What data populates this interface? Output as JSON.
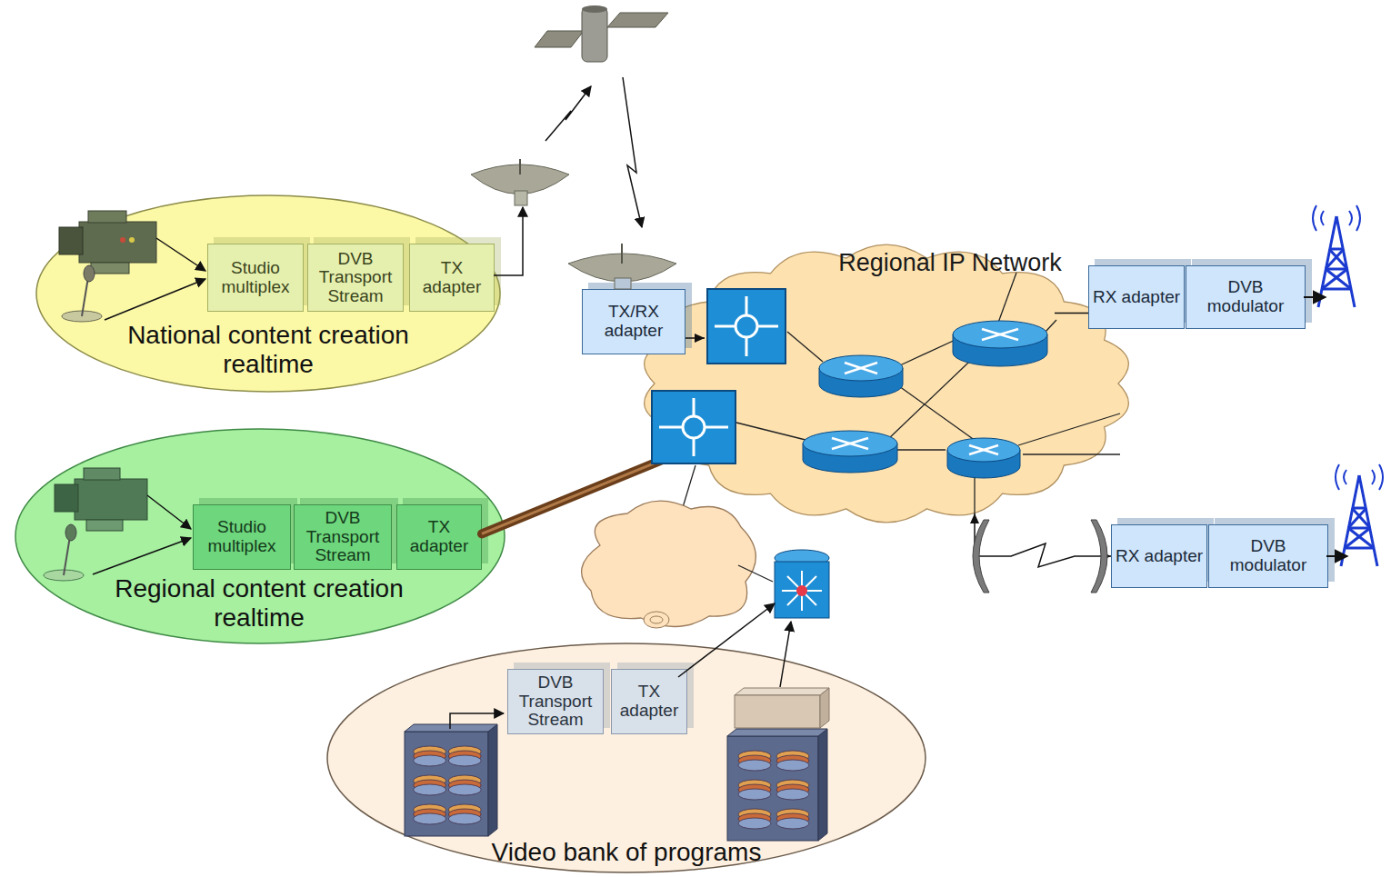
{
  "diagram": {
    "nodes": [
      {
        "text": [
          "National content creation realtime"
        ]
      },
      {
        "text": [
          "Studio multiplex"
        ],
        "in": 0
      },
      {
        "text": [
          "DVB Transport Stream"
        ],
        "in": 0
      },
      {
        "text": [
          "TX adapter"
        ],
        "in": 0
      },
      {
        "text": [
          "Regional content creation realtime"
        ]
      },
      {
        "text": [
          "Studio multiplex"
        ],
        "in": 4
      },
      {
        "text": [
          "DVB Transport Stream"
        ],
        "in": 4
      },
      {
        "text": [
          "TX adapter"
        ],
        "in": 4
      },
      {
        "text": [
          "Video bank of programs"
        ]
      },
      {
        "text": [
          "DVB Transport Stream"
        ],
        "in": 8
      },
      {
        "text": [
          "TX adapter"
        ],
        "in": 8
      },
      {
        "text": [
          "Regional IP Network"
        ]
      },
      {
        "text": [
          "TX/RX adapter"
        ]
      },
      {
        "text": [
          "RX adapter"
        ]
      },
      {
        "text": [
          "DVB modulator"
        ]
      },
      {
        "text": [
          "RX adapter"
        ]
      },
      {
        "text": [
          "DVB modulator"
        ]
      }
    ],
    "edges": [
      {
        "from": 7,
        "to": 11,
        "arrow": "none"
      },
      {
        "from": 12,
        "to": 11,
        "arrow": "to"
      },
      {
        "from": 11,
        "to": 13,
        "arrow": "none"
      },
      {
        "from": 11,
        "to": 15,
        "arrow": "both"
      }
    ]
  }
}
